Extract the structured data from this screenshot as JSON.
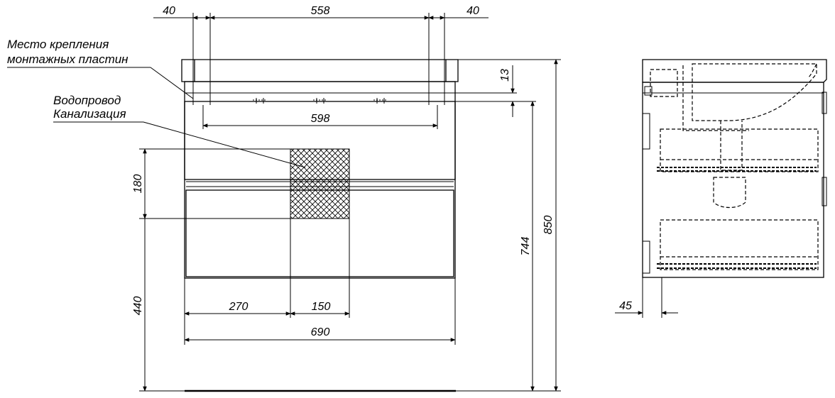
{
  "labels": {
    "mounting_line1": "Место крепления",
    "mounting_line2": "монтажных пластин",
    "plumbing_line1": "Водопровод",
    "plumbing_line2": "Канализация"
  },
  "dimensions": {
    "plate_offset_left": "40",
    "plate_span": "558",
    "plate_offset_right": "40",
    "plate_height": "13",
    "mount_span": "598",
    "zone_height": "180",
    "zone_floor": "440",
    "zone_offset": "270",
    "zone_width": "150",
    "cabinet_width": "690",
    "cabinet_height": "744",
    "total_height": "850",
    "side_depth": "45"
  }
}
